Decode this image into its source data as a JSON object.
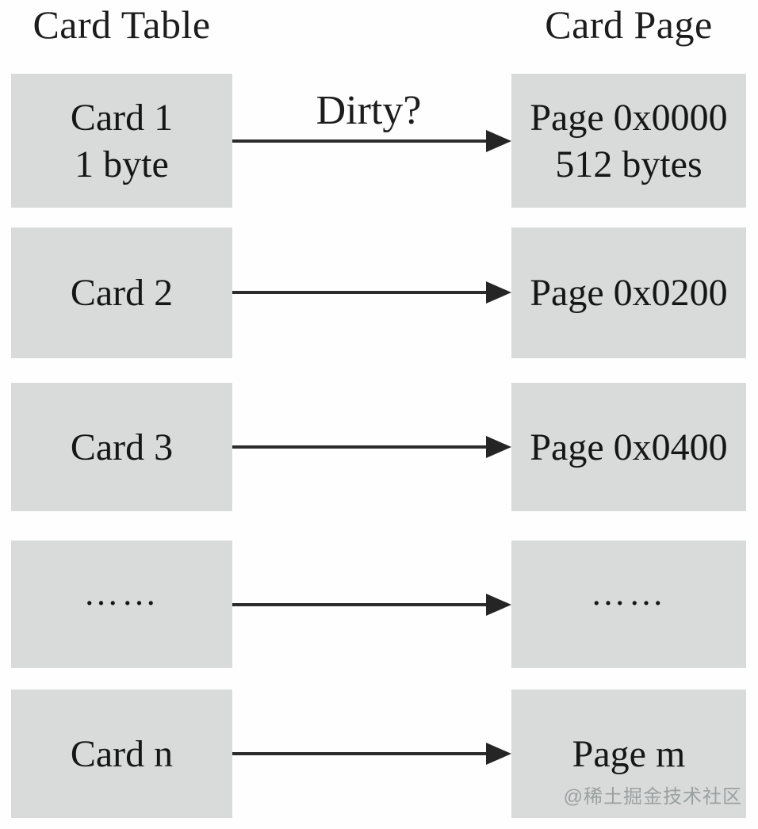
{
  "diagram": {
    "left_title": "Card Table",
    "right_title": "Card Page",
    "arrow_label": "Dirty?",
    "watermark": "@稀土掘金技术社区",
    "colors": {
      "box_fill": "#d9dbda",
      "text": "#1c1c1c",
      "arrow": "#2c2c2c",
      "watermark": "#9aa0a0",
      "background": "#fefefe"
    },
    "rows": [
      {
        "left": {
          "line1": "Card 1",
          "line2": "1 byte"
        },
        "right": {
          "line1": "Page 0x0000",
          "line2": "512 bytes"
        }
      },
      {
        "left": {
          "line1": "Card 2",
          "line2": ""
        },
        "right": {
          "line1": "Page 0x0200",
          "line2": ""
        }
      },
      {
        "left": {
          "line1": "Card 3",
          "line2": ""
        },
        "right": {
          "line1": "Page 0x0400",
          "line2": ""
        }
      },
      {
        "left": {
          "line1": "……",
          "line2": ""
        },
        "right": {
          "line1": "……",
          "line2": ""
        }
      },
      {
        "left": {
          "line1": "Card n",
          "line2": ""
        },
        "right": {
          "line1": "Page m",
          "line2": ""
        }
      }
    ]
  }
}
